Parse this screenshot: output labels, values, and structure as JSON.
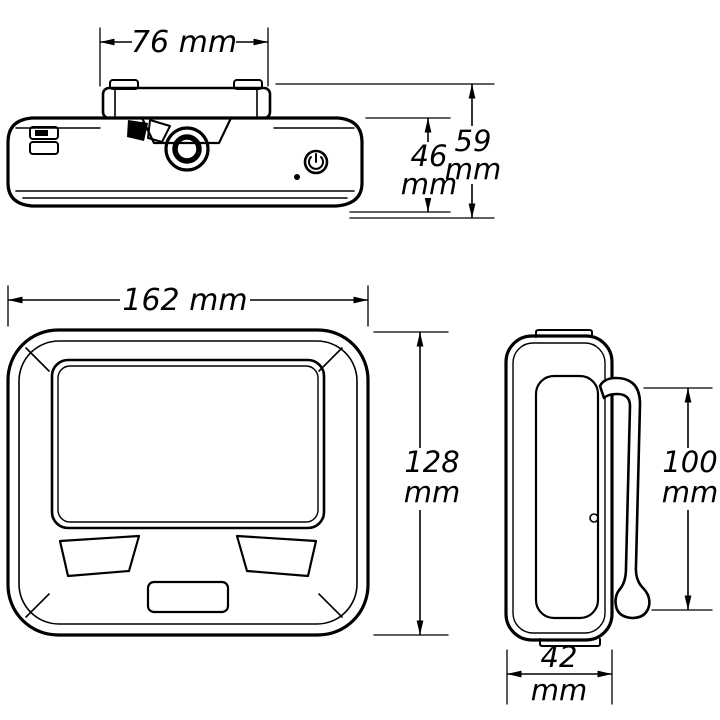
{
  "colors": {
    "ink": "#000000",
    "background": "#ffffff"
  },
  "dimensions": {
    "mount_width": {
      "label": "76 mm",
      "value": "76",
      "unit": "mm"
    },
    "body_depth": {
      "value": "46",
      "unit": "mm"
    },
    "overall_depth": {
      "value": "59",
      "unit": "mm"
    },
    "overall_width": {
      "label": "162 mm",
      "value": "162",
      "unit": "mm"
    },
    "overall_height": {
      "value": "128",
      "unit": "mm"
    },
    "clip_height": {
      "value": "100",
      "unit": "mm"
    },
    "body_thickness": {
      "value": "42",
      "unit": "mm"
    }
  }
}
